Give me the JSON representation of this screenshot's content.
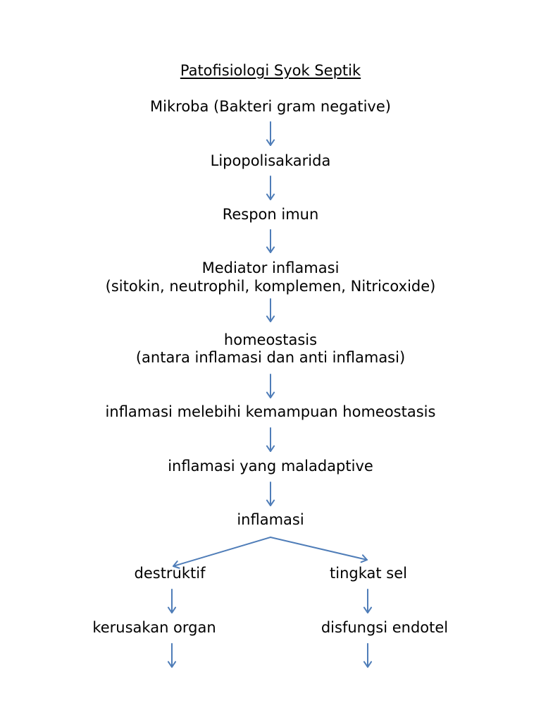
{
  "diagram": {
    "title": "Patofisiologi Syok Septik",
    "nodes": {
      "mikroba": "Mikroba (Bakteri gram negative)",
      "lipopolisakarida": "Lipopolisakarida",
      "respon_imun": "Respon imun",
      "mediator_line1": "Mediator inflamasi",
      "mediator_line2": "(sitokin, neutrophil, komplemen, Nitricoxide)",
      "homeostasis_line1": "homeostasis",
      "homeostasis_line2": "(antara inflamasi dan anti inflamasi)",
      "melebihi": "inflamasi melebihi kemampuan homeostasis",
      "maladaptive": "inflamasi yang maladaptive",
      "inflamasi": "inflamasi",
      "destruktif": "destruktif",
      "tingkat_sel": "tingkat sel",
      "kerusakan_organ": "kerusakan organ",
      "disfungsi_endotel": "disfungsi endotel"
    },
    "arrow_color": "#4f7db8"
  }
}
